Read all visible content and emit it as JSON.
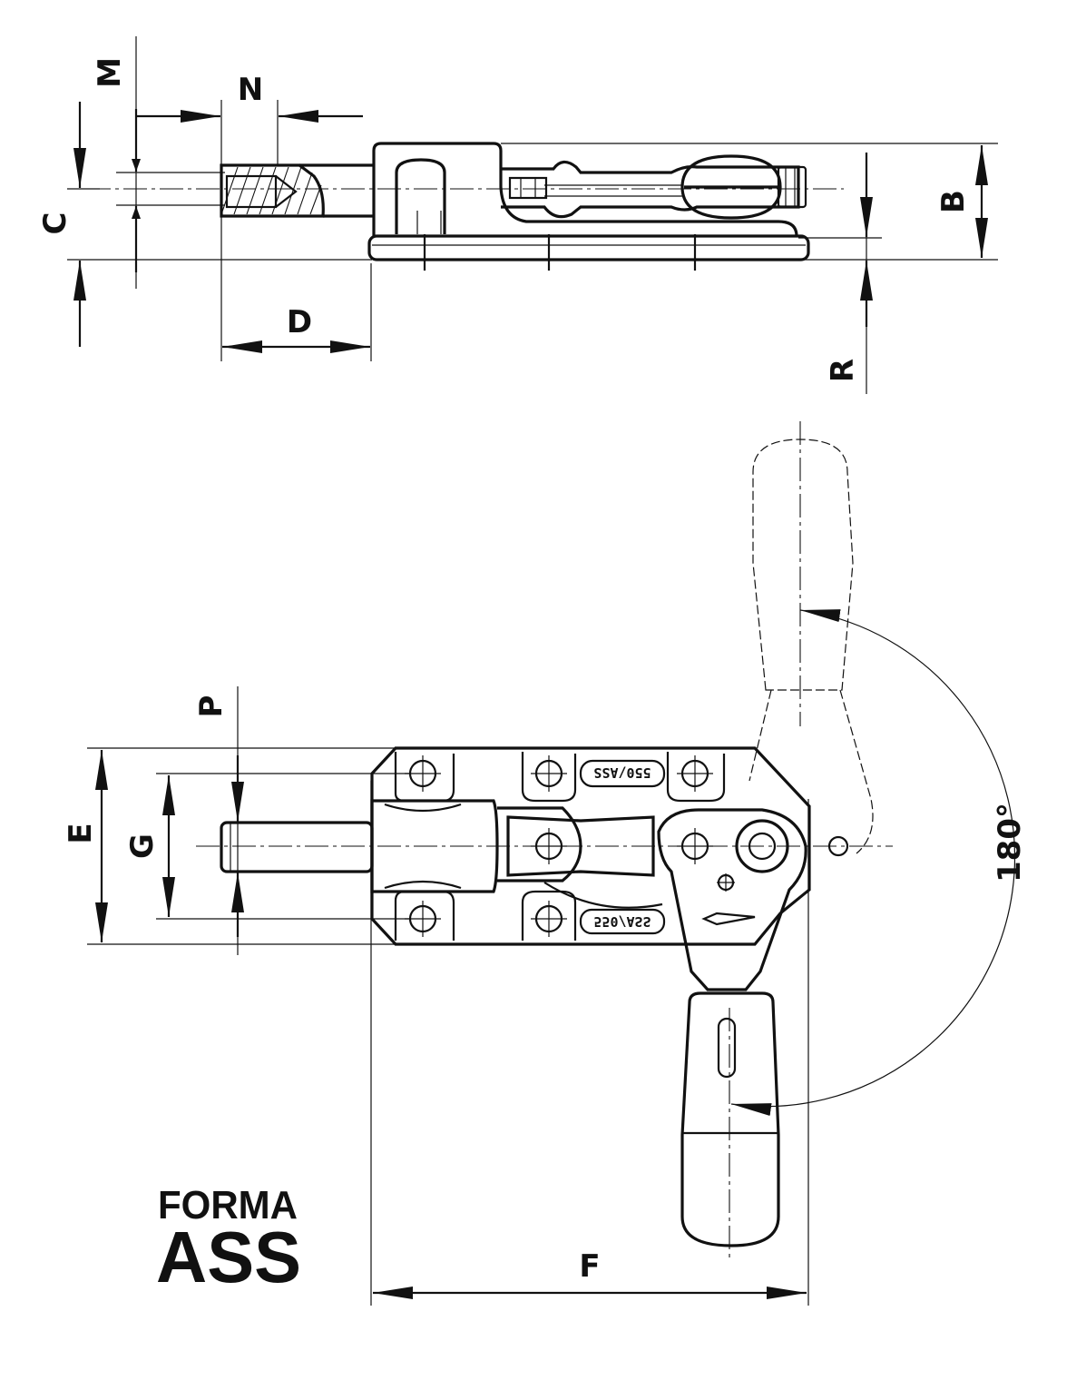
{
  "dimensions": {
    "m": "M",
    "n": "N",
    "c": "C",
    "d": "D",
    "b": "B",
    "r": "R",
    "p": "P",
    "e": "E",
    "g": "G",
    "f": "F",
    "angle": "180°"
  },
  "part_marking": "550/ASS",
  "logo": {
    "line1": "FORMA",
    "line2": "ASS"
  }
}
